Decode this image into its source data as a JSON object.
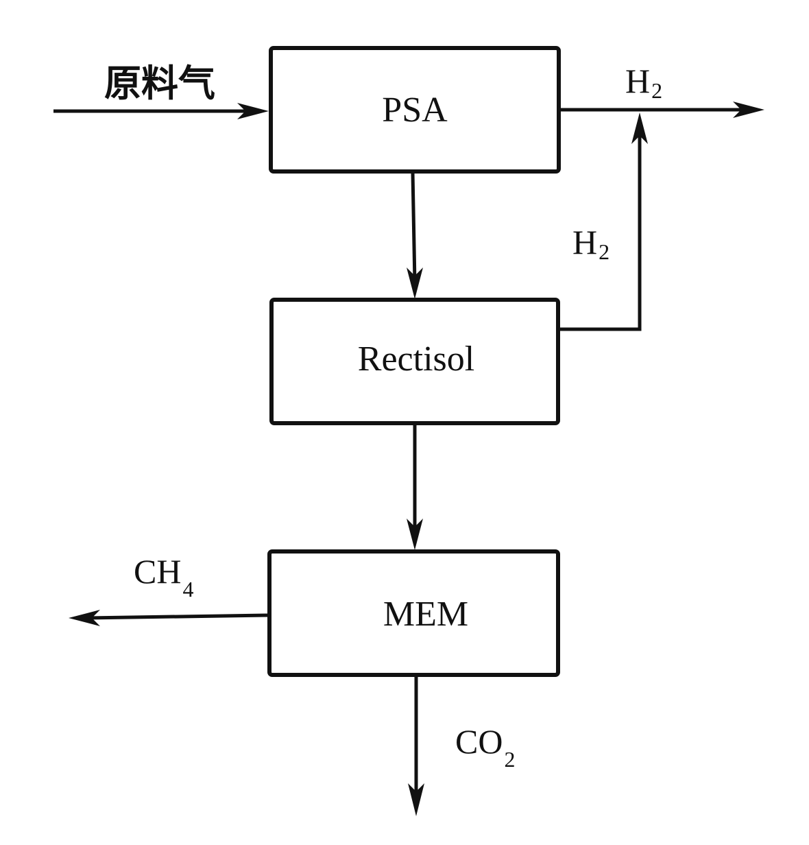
{
  "diagram": {
    "type": "process-flow",
    "colors": {
      "line": "#111111",
      "background": "#ffffff"
    },
    "units": [
      {
        "id": "psa",
        "label": "PSA"
      },
      {
        "id": "rectisol",
        "label": "Rectisol"
      },
      {
        "id": "mem",
        "label": "MEM"
      }
    ],
    "streams": {
      "feed": {
        "label": "原料气"
      },
      "h2_out": {
        "base": "H",
        "sub": "2"
      },
      "h2_recycle": {
        "base": "H",
        "sub": "2"
      },
      "ch4_out": {
        "base": "CH",
        "sub": "4"
      },
      "co2_out": {
        "base": "CO",
        "sub": "2"
      }
    },
    "connections": [
      {
        "from": "feed",
        "to": "psa"
      },
      {
        "from": "psa",
        "to": "h2_out"
      },
      {
        "from": "psa",
        "to": "rectisol"
      },
      {
        "from": "rectisol",
        "to": "h2_out",
        "label": "H2"
      },
      {
        "from": "rectisol",
        "to": "mem"
      },
      {
        "from": "mem",
        "to": "ch4_out"
      },
      {
        "from": "mem",
        "to": "co2_out"
      }
    ]
  }
}
